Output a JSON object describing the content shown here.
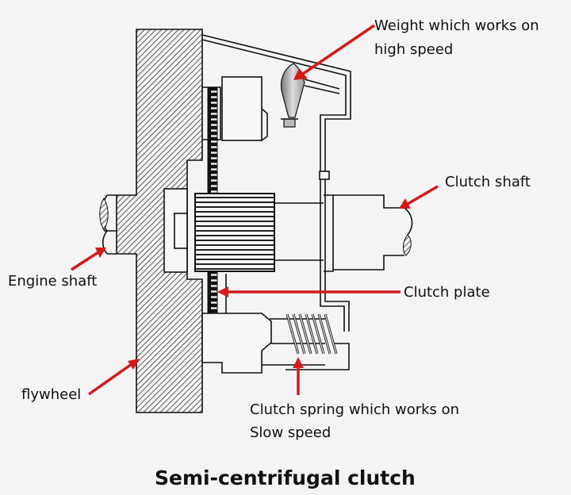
{
  "diagram": {
    "title": "Semi-centrifugal clutch",
    "labels": {
      "weight_line1": "Weight which works on",
      "weight_line2": "high speed",
      "clutch_shaft": "Clutch shaft",
      "engine_shaft": "Engine shaft",
      "clutch_plate": "Clutch plate",
      "flywheel": "flywheel",
      "spring_line1": "Clutch spring which works on",
      "spring_line2": "Slow speed"
    },
    "colors": {
      "arrow": "#d41a1a",
      "line": "#111111",
      "background": "#f4f4f4"
    }
  }
}
